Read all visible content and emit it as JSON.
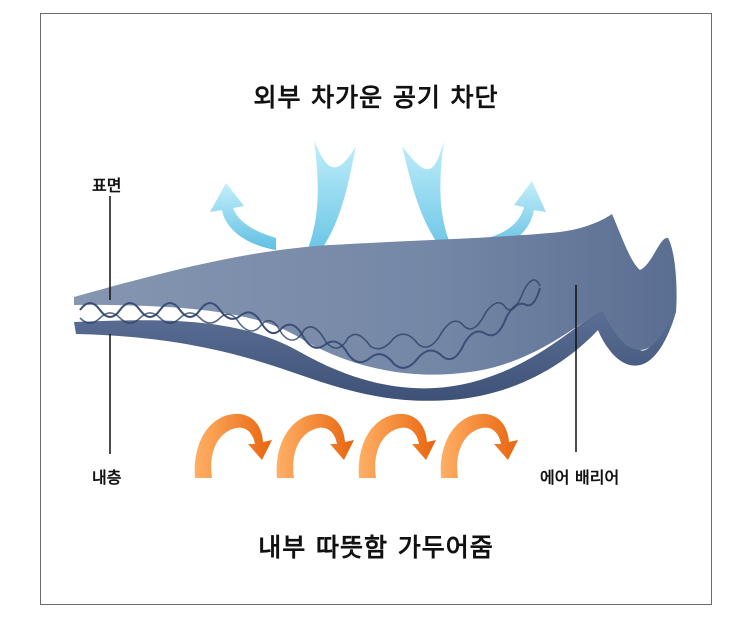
{
  "titles": {
    "top": "외부 차가운 공기 차단",
    "bottom": "내부 따뜻함 가두어줌"
  },
  "labels": {
    "surface": "표면",
    "inner_layer": "내층",
    "air_barrier": "에어 배리어"
  },
  "colors": {
    "cold_arrow": "#7fd3ec",
    "warm_arrow": "#f07a1c",
    "material_top": "#7e8fac",
    "material_bottom": "#4a5f85",
    "fiber": "#3a4f78"
  },
  "icons": {
    "cold_arrows": "cold-air-arrow",
    "warm_arrows": "warm-air-arrow"
  }
}
